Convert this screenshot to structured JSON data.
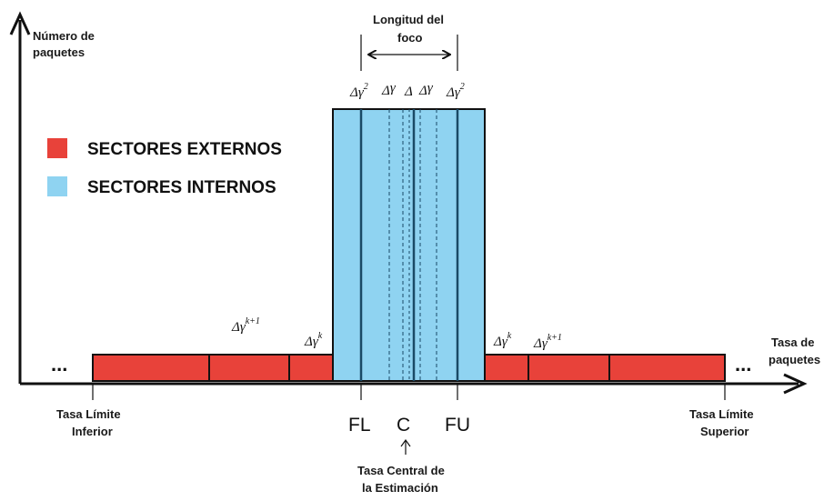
{
  "axes": {
    "y_label_line1": "Número de",
    "y_label_line2": "paquetes",
    "x_label_line1": "Tasa de",
    "x_label_line2": "paquetes"
  },
  "legend": {
    "external": {
      "label": "SECTORES EXTERNOS",
      "color": "#e8423a"
    },
    "internal": {
      "label": "SECTORES INTERNOS",
      "color": "#8fd3f1"
    }
  },
  "focus": {
    "label_line1": "Longitud del",
    "label_line2": "foco"
  },
  "ticks": {
    "lower_line1": "Tasa Límite",
    "lower_line2": "Inferior",
    "upper_line1": "Tasa Límite",
    "upper_line2": "Superior",
    "fl": "FL",
    "c": "C",
    "fu": "FU",
    "center_line1": "Tasa Central de",
    "center_line2": "la Estimación"
  },
  "math": {
    "delta": "Δ",
    "gamma": "γ",
    "sq": "2",
    "k": "k",
    "k1": "k+1"
  },
  "ellipsis": "..."
}
